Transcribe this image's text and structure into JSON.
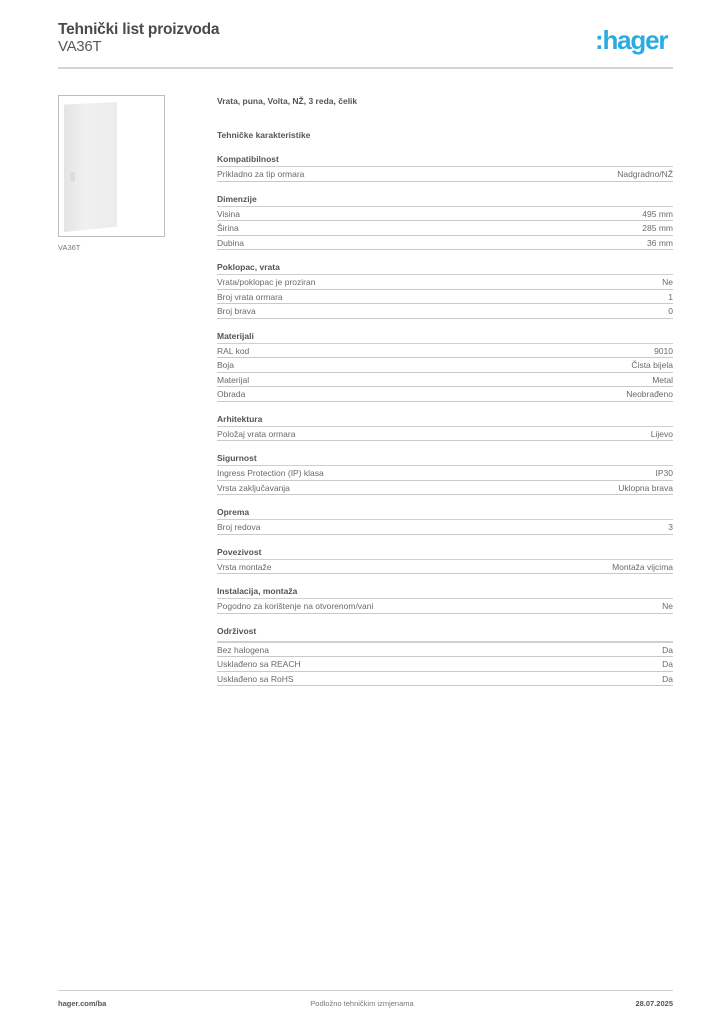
{
  "header": {
    "title": "Tehnički list proizvoda",
    "product_code": "VA36T",
    "logo_text": ":hager",
    "brand_color": "#2aace2"
  },
  "product": {
    "image_caption": "VA36T",
    "description": "Vrata, puna, Volta, NŽ, 3 reda, čelik"
  },
  "specs": {
    "title": "Tehničke karakteristike",
    "sections": [
      {
        "title": "Kompatibilnost",
        "rows": [
          {
            "label": "Prikladno za tip ormara",
            "value": "Nadgradno/NŽ"
          }
        ]
      },
      {
        "title": "Dimenzije",
        "rows": [
          {
            "label": "Visina",
            "value": "495 mm"
          },
          {
            "label": "Širina",
            "value": "285 mm"
          },
          {
            "label": "Dubina",
            "value": "36 mm"
          }
        ]
      },
      {
        "title": "Poklopac, vrata",
        "rows": [
          {
            "label": "Vrata/poklopac je proziran",
            "value": "Ne"
          },
          {
            "label": "Broj vrata ormara",
            "value": "1"
          },
          {
            "label": "Broj brava",
            "value": "0"
          }
        ]
      },
      {
        "title": "Materijali",
        "rows": [
          {
            "label": "RAL kod",
            "value": "9010"
          },
          {
            "label": "Boja",
            "value": "Čista bijela"
          },
          {
            "label": "Materijal",
            "value": "Metal"
          },
          {
            "label": "Obrada",
            "value": "Neobrađeno"
          }
        ]
      },
      {
        "title": "Arhitektura",
        "rows": [
          {
            "label": "Položaj vrata ormara",
            "value": "Lijevo"
          }
        ]
      },
      {
        "title": "Sigurnost",
        "rows": [
          {
            "label": "Ingress Protection (IP) klasa",
            "value": "IP30"
          },
          {
            "label": "Vrsta zaključavanja",
            "value": "Uklopna brava"
          }
        ]
      },
      {
        "title": "Oprema",
        "rows": [
          {
            "label": "Broj redova",
            "value": "3"
          }
        ]
      },
      {
        "title": "Povezivost",
        "rows": [
          {
            "label": "Vrsta montaže",
            "value": "Montaža vijcima"
          }
        ]
      },
      {
        "title": "Instalacija, montaža",
        "rows": [
          {
            "label": "Pogodno za korištenje na otvorenom/vani",
            "value": "Ne"
          }
        ]
      },
      {
        "title": "Održivost",
        "rows": [
          {
            "label": "Bez halogena",
            "value": "Da"
          },
          {
            "label": "Usklađeno sa REACH",
            "value": "Da"
          },
          {
            "label": "Usklađeno sa RoHS",
            "value": "Da"
          }
        ]
      }
    ]
  },
  "footer": {
    "website": "hager.com/ba",
    "notice": "Podložno tehničkim izmjenama",
    "date": "28.07.2025"
  }
}
